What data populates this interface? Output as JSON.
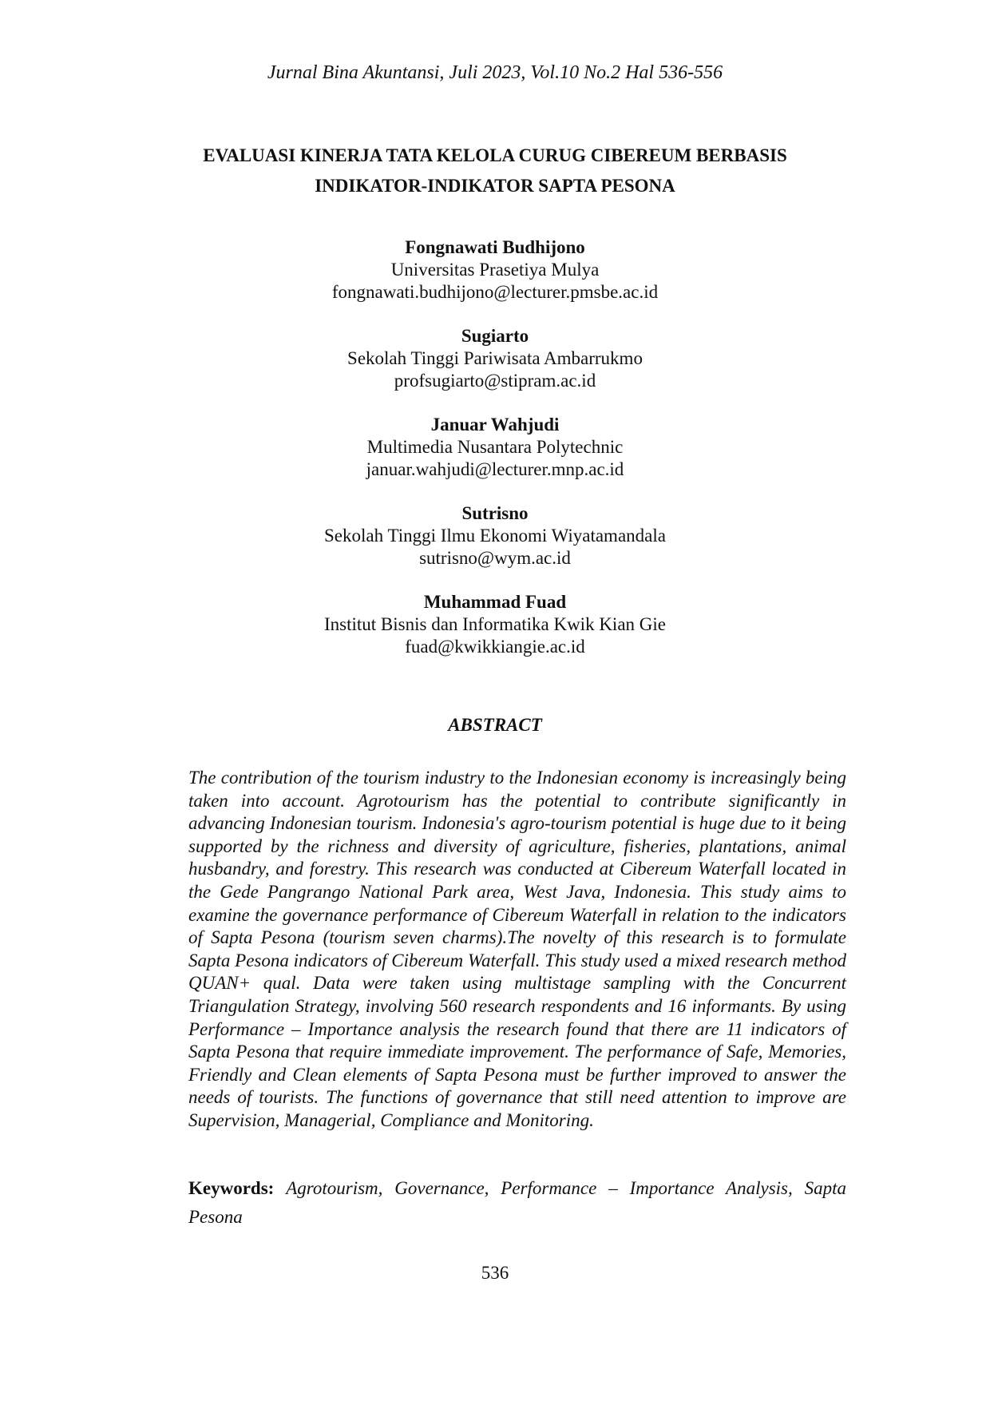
{
  "running_header": "Jurnal Bina Akuntansi, Juli 2023, Vol.10 No.2 Hal 536-556",
  "title": {
    "line1": "EVALUASI KINERJA TATA KELOLA CURUG CIBEREUM BERBASIS",
    "line2": "INDIKATOR-INDIKATOR SAPTA PESONA"
  },
  "authors": [
    {
      "name": "Fongnawati Budhijono",
      "affiliation": "Universitas Prasetiya Mulya",
      "email": "fongnawati.budhijono@lecturer.pmsbe.ac.id"
    },
    {
      "name": "Sugiarto",
      "affiliation": "Sekolah Tinggi Pariwisata Ambarrukmo",
      "email": "profsugiarto@stipram.ac.id"
    },
    {
      "name": "Januar Wahjudi",
      "affiliation": "Multimedia Nusantara Polytechnic",
      "email": "januar.wahjudi@lecturer.mnp.ac.id"
    },
    {
      "name": "Sutrisno",
      "affiliation": "Sekolah Tinggi Ilmu Ekonomi Wiyatamandala",
      "email": "sutrisno@wym.ac.id"
    },
    {
      "name": "Muhammad Fuad",
      "affiliation": "Institut Bisnis dan Informatika Kwik Kian Gie",
      "email": "fuad@kwikkiangie.ac.id"
    }
  ],
  "abstract": {
    "heading": "ABSTRACT",
    "body": "The contribution of the tourism industry to the Indonesian economy is increasingly being taken into account. Agrotourism has the potential to contribute significantly in advancing Indonesian tourism. Indonesia's agro-tourism potential is huge due to it being supported by the richness and diversity of agriculture, fisheries, plantations, animal husbandry, and forestry. This research was conducted at Cibereum Waterfall located in the Gede Pangrango National Park area, West Java, Indonesia. This study aims to examine the governance performance of Cibereum Waterfall in relation to the indicators of Sapta Pesona (tourism seven charms).The novelty of this research is to formulate Sapta Pesona indicators of Cibereum Waterfall. This study used a mixed research method QUAN+ qual. Data were taken using multistage sampling with the Concurrent Triangulation Strategy, involving 560 research respondents and 16 informants. By using Performance – Importance analysis the research found that there are 11 indicators of Sapta Pesona that require immediate improvement. The performance of Safe, Memories, Friendly and Clean elements of Sapta Pesona must be further improved to answer the needs of tourists. The functions of  governance that still need attention to improve are Supervision, Managerial, Compliance and Monitoring."
  },
  "keywords": {
    "label": "Keywords:",
    "text": "Agrotourism, Governance, Performance – Importance Analysis, Sapta Pesona"
  },
  "page_number": "536"
}
